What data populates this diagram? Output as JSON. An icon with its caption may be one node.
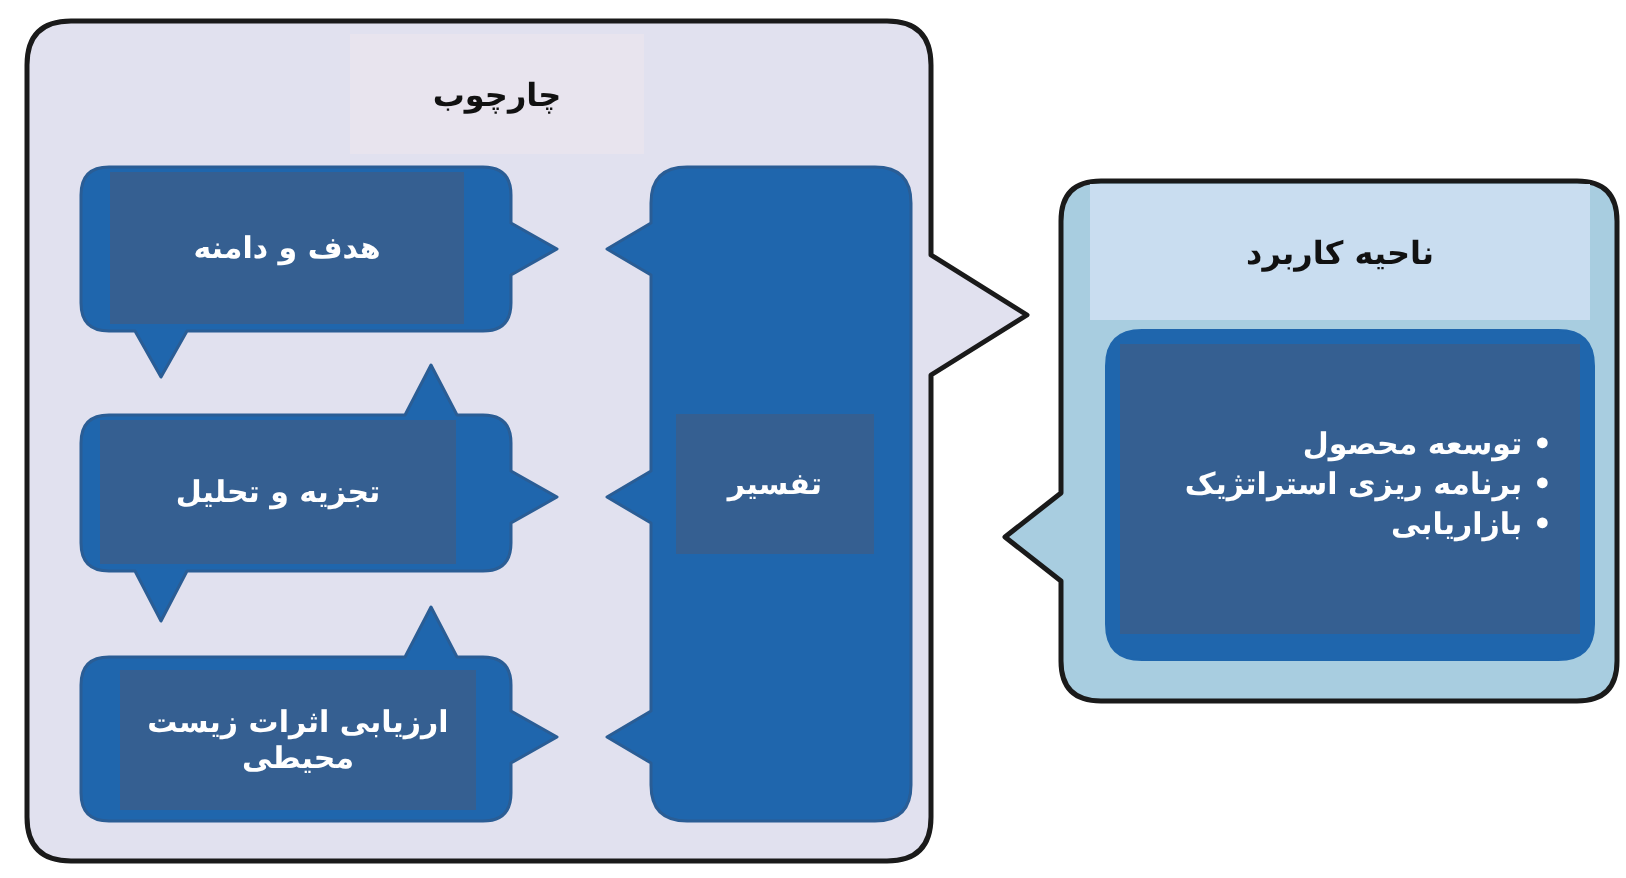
{
  "diagram": {
    "nodes": [
      {
        "text": [
          "چارچوب"
        ]
      },
      {
        "text": [
          "هدف و دامنه"
        ],
        "in": 0
      },
      {
        "text": [
          "تجزیه و تحلیل"
        ],
        "in": 0
      },
      {
        "text": [
          "ارزیابی اثرات زیست محیطی"
        ],
        "in": 0
      },
      {
        "text": [
          "تفسیر"
        ],
        "in": 0
      },
      {
        "text": [
          "ناحیه کاربرد"
        ]
      },
      {
        "text": [
          "• توسعه محصول",
          "• برنامه ریزی استراتژیک",
          "• بازاریابی"
        ],
        "in": 5
      }
    ]
  }
}
